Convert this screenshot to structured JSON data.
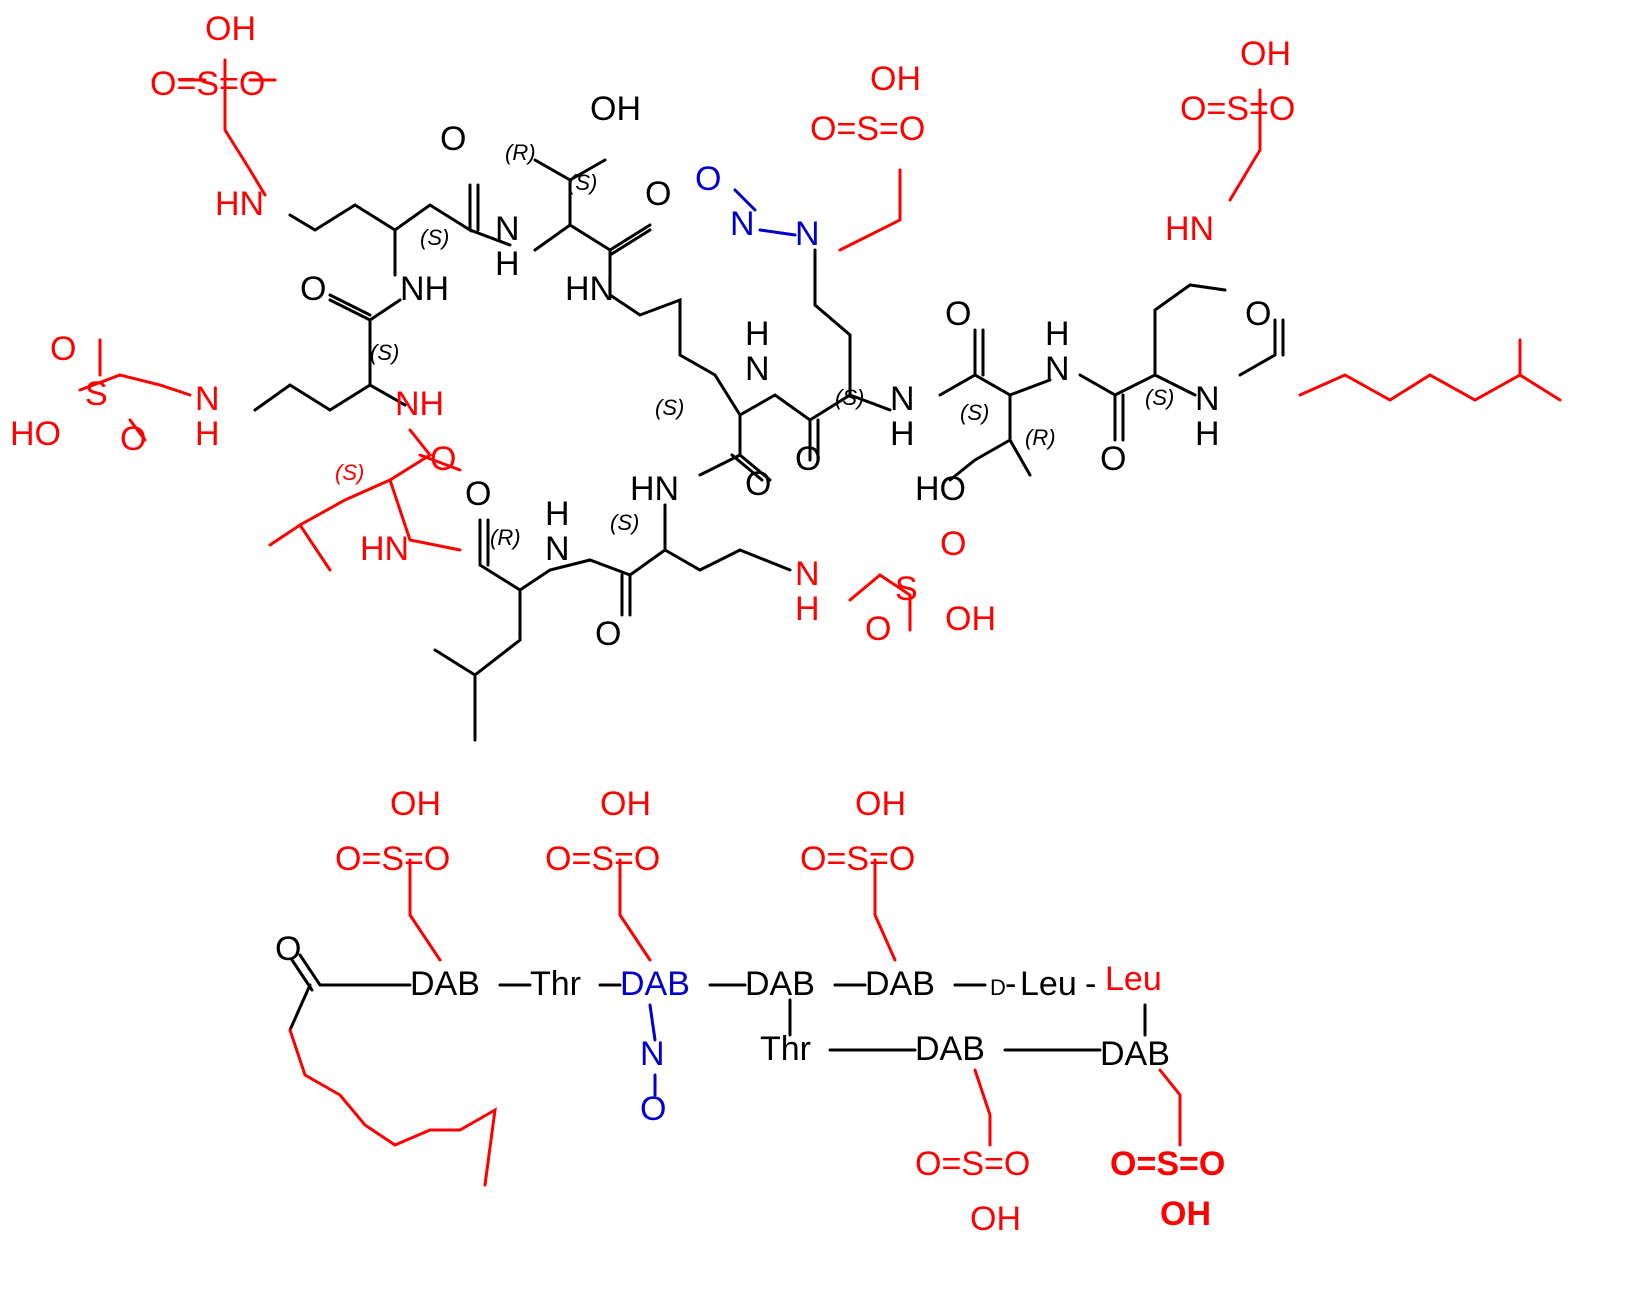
{
  "colors": {
    "bond": "#000000",
    "modification": "#ff0000",
    "nitroso": "#0000cc",
    "background": "#ffffff"
  },
  "structure": {
    "atoms": {
      "oh_thr_top": "OH",
      "o_carbonyl_a": "O",
      "o_carbonyl_b": "O",
      "o_carbonyl_c": "O",
      "o_carbonyl_d": "O",
      "o_carbonyl_e": "O",
      "o_carbonyl_f": "O",
      "o_carbonyl_g": "O",
      "o_carbonyl_h": "O",
      "o_carbonyl_i": "O",
      "o_carbonyl_j": "O",
      "oh_thr_bottom": "HO",
      "nh_1": "NH",
      "nh_2": "NH",
      "nh_3": "HN",
      "nh_4": "NH",
      "nh_5": "NH",
      "nh_6": "NH",
      "nh_7": "NH",
      "nh_8": "NH",
      "nh_9": "NH",
      "nh_10": "NH",
      "nh_amide_h1": "N",
      "nh_amide_h2": "H",
      "nh_leu": "HN",
      "nh_red_a": "HN",
      "nh_red_b": "NH",
      "nh_red_c": "NH",
      "nh_red_d": "HN",
      "nh_red_e": "H",
      "nitroso_o": "O",
      "nitroso_n": "N",
      "nitroso_n2": "N",
      "sulfo_oh": "OH",
      "sulfo_s": "S",
      "sulfo_o": "O",
      "sulfo_ho": "HO"
    },
    "stereo": {
      "s": "(S)",
      "r": "(R)"
    }
  },
  "sequence": {
    "residues": {
      "dab": "DAB",
      "thr": "Thr",
      "leu": "Leu",
      "d_prefix": "D"
    },
    "atoms": {
      "o": "O",
      "n": "N",
      "oh": "OH",
      "s": "S"
    },
    "separator": "-"
  }
}
